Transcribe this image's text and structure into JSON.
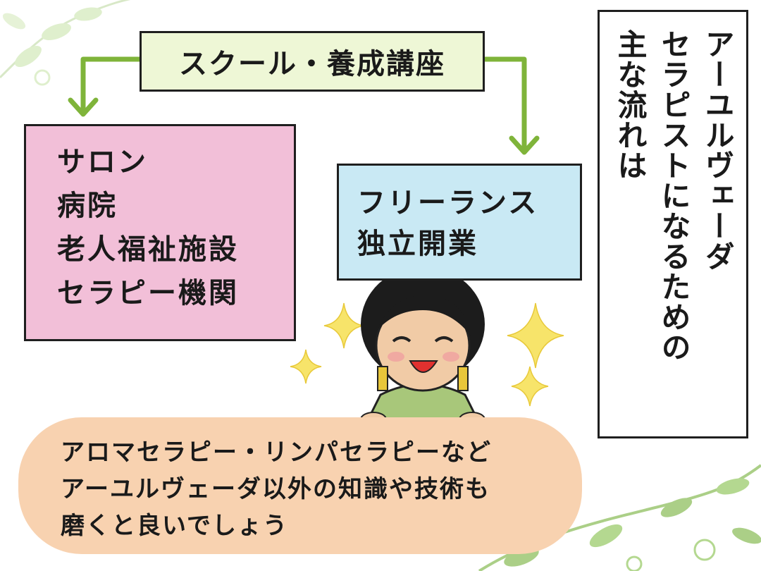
{
  "colors": {
    "arrow": "#7fb43a",
    "school_box": "#eef7d6",
    "employment_box": "#f2bfd8",
    "freelance_box": "#c9e9f4",
    "speech_bubble": "#f8d2b0",
    "sparkle": "#f7e46a"
  },
  "title_box": {
    "columns": [
      "アーユルヴェーダ",
      "セラピストになるための",
      "主な流れは"
    ]
  },
  "school_box": {
    "label": "スクール・養成講座"
  },
  "employment_box": {
    "items": [
      "サロン",
      "病院",
      "老人福祉施設",
      "セラピー機関"
    ]
  },
  "freelance_box": {
    "items": [
      "フリーランス",
      "独立開業"
    ]
  },
  "speech_bubble": {
    "lines": [
      "アロマセラピー・リンパセラピーなど",
      "アーユルヴェーダ以外の知識や技術も",
      "磨くと良いでしょう"
    ]
  },
  "icons": [
    "leaf-vine-icon",
    "sparkle-icon",
    "woman-character-icon",
    "arrow-down-icon"
  ]
}
